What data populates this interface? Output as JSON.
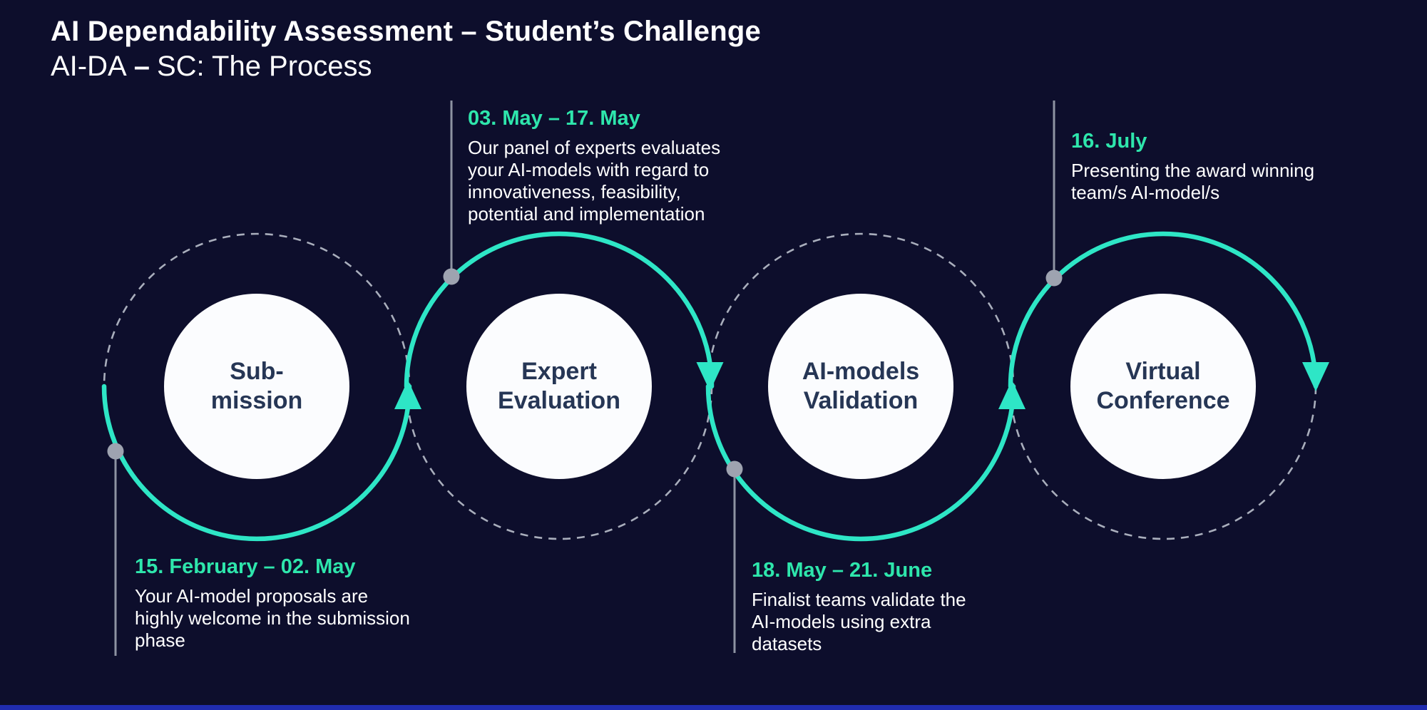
{
  "header": {
    "title": "AI Dependability Assessment – Student’s Challenge",
    "subtitle_prefix": "AI-DA",
    "subtitle_dash": "–",
    "subtitle_suffix": "SC: The Process"
  },
  "stages": [
    {
      "label": "Sub-\nmission",
      "date": "15. February – 02. May",
      "description": "Your AI-model proposals are\nhighly welcome in the submission\nphase"
    },
    {
      "label": "Expert\nEvaluation",
      "date": "03. May – 17. May",
      "description": "Our panel of experts evaluates\nyour AI-models with regard to\ninnovativeness, feasibility,\npotential and implementation"
    },
    {
      "label": "AI-models\nValidation",
      "date": "18. May – 21. June",
      "description": "Finalist teams validate the\nAI-models using extra\ndatasets"
    },
    {
      "label": "Virtual\nConference",
      "date": "16. July",
      "description": "Presenting the award winning\nteam/s AI-model/s"
    }
  ],
  "colors": {
    "background": "#0D0E2C",
    "accent-arc": "#2EE6C6",
    "accent-date": "#2EE6AC",
    "circle-fill": "#FBFCFE",
    "circle-text": "#263655",
    "orbit-dash": "#A9AEBC",
    "connector-gray": "#8D93A2",
    "dot-gray": "#9EA3B0",
    "body-text": "#FFFFFF",
    "bottom-bar": "#202CB0"
  }
}
